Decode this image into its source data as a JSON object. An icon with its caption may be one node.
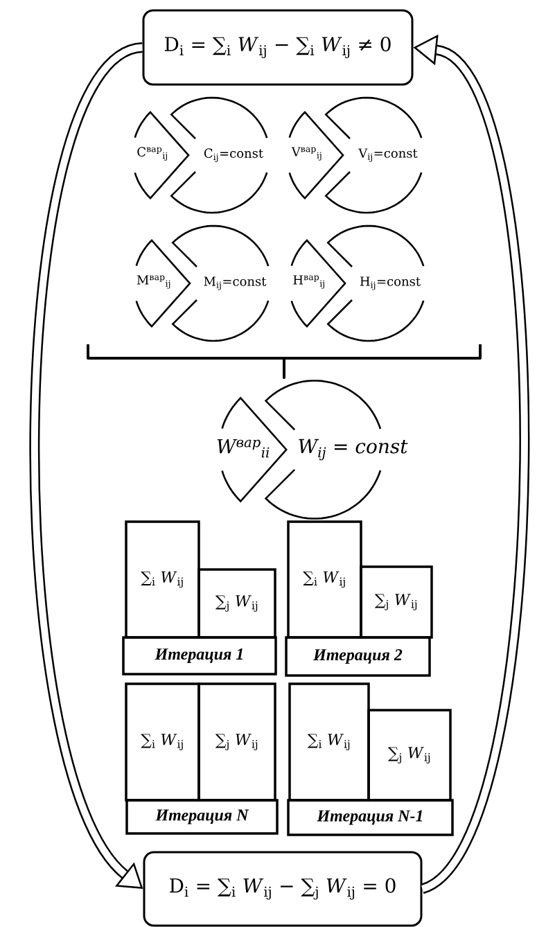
{
  "diagram": {
    "nodes": [
      {
        "text": [
          "D$_{i}$ = ∑$_{i}$ *W*$_{ij}$ − ∑$_{i}$ *W*$_{ij}$ ≠ 0"
        ]
      },
      {
        "text": [
          "C$^{вар}$$_{ij}$"
        ]
      },
      {
        "text": [
          "C$_{ij}$=const"
        ]
      },
      {
        "text": [
          "V$^{вар}$$_{ij}$"
        ]
      },
      {
        "text": [
          "V$_{ij}$=const"
        ]
      },
      {
        "text": [
          "M$^{вар}$$_{ij}$"
        ]
      },
      {
        "text": [
          "M$_{ij}$=const"
        ]
      },
      {
        "text": [
          "H$^{вар}$$_{ij}$"
        ]
      },
      {
        "text": [
          "H$_{ij}$=const"
        ]
      },
      {
        "text": [
          "W$^{вар}$$_{ii}$"
        ]
      },
      {
        "text": [
          "W$_{ij}$ = const"
        ]
      },
      {
        "text": [
          "∑$_{i}$ *W*$_{ij}$"
        ]
      },
      {
        "text": [
          "∑$_{j}$ *W*$_{ij}$"
        ]
      },
      {
        "text": [
          "Итерация 1"
        ]
      },
      {
        "text": [
          "∑$_{i}$ *W*$_{ij}$"
        ]
      },
      {
        "text": [
          "∑$_{j}$ *W*$_{ij}$"
        ]
      },
      {
        "text": [
          "Итерация 2"
        ]
      },
      {
        "text": [
          "∑$_{i}$ *W*$_{ij}$"
        ]
      },
      {
        "text": [
          "∑$_{j}$ *W*$_{ij}$"
        ]
      },
      {
        "text": [
          "Итерация N"
        ]
      },
      {
        "text": [
          "∑$_{i}$ *W*$_{ij}$"
        ]
      },
      {
        "text": [
          "∑$_{j}$ *W*$_{ij}$"
        ]
      },
      {
        "text": [
          "Итерация N-1"
        ]
      },
      {
        "text": [
          "D$_{i}$ = ∑$_{i}$ *W*$_{ij}$ − ∑$_{j}$ *W*$_{ij}$ = 0"
        ]
      }
    ],
    "edges": [
      {
        "from": 0,
        "to": 23,
        "arrow": "to"
      },
      {
        "from": 23,
        "to": 0,
        "arrow": "to"
      }
    ]
  }
}
